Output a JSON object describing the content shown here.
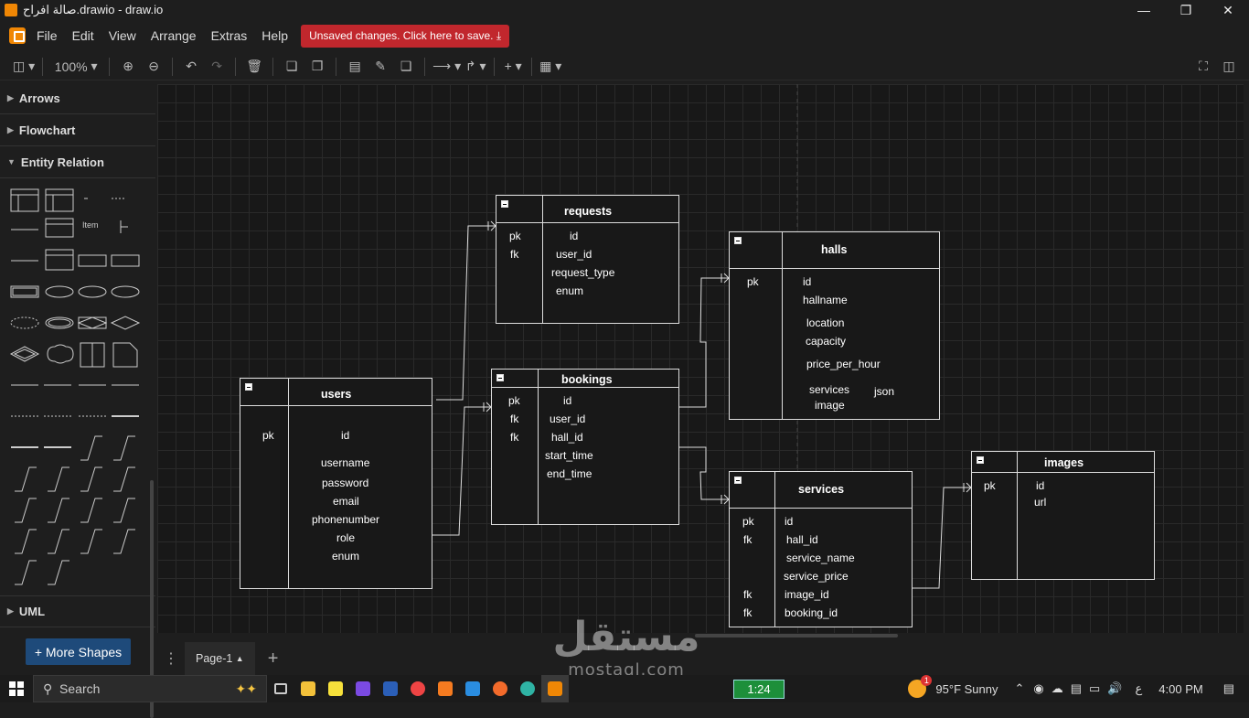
{
  "window": {
    "title": "صالة افراح.drawio - draw.io"
  },
  "menu": {
    "items": [
      "File",
      "Edit",
      "View",
      "Arrange",
      "Extras",
      "Help"
    ],
    "unsaved": "Unsaved changes. Click here to save."
  },
  "toolbar": {
    "zoom": "100%"
  },
  "sidebar": {
    "sections": [
      "Arrows",
      "Flowchart",
      "Entity Relation",
      "UML"
    ],
    "item_label": "Item",
    "more_shapes": "+ More Shapes"
  },
  "entities": {
    "requests": {
      "name": "requests",
      "rows": [
        {
          "key": "pk",
          "field": "id"
        },
        {
          "key": "fk",
          "field": "user_id"
        },
        {
          "key": "",
          "field": "request_type"
        },
        {
          "key": "",
          "field": "enum"
        }
      ]
    },
    "halls": {
      "name": "halls",
      "rows": [
        {
          "key": "pk",
          "field": "id"
        },
        {
          "key": "",
          "field": "hallname"
        },
        {
          "key": "",
          "field": "location"
        },
        {
          "key": "",
          "field": "capacity"
        },
        {
          "key": "",
          "field": "price_per_hour"
        },
        {
          "key": "",
          "field": "services"
        },
        {
          "key": "",
          "field": "image"
        }
      ],
      "extra": "json"
    },
    "users": {
      "name": "users",
      "rows": [
        {
          "key": "pk",
          "field": "id"
        },
        {
          "key": "",
          "field": "username"
        },
        {
          "key": "",
          "field": "password"
        },
        {
          "key": "",
          "field": "email"
        },
        {
          "key": "",
          "field": "phonenumber"
        },
        {
          "key": "",
          "field": "role"
        },
        {
          "key": "",
          "field": "enum"
        }
      ]
    },
    "bookings": {
      "name": "bookings",
      "rows": [
        {
          "key": "pk",
          "field": "id"
        },
        {
          "key": "fk",
          "field": "user_id"
        },
        {
          "key": "fk",
          "field": "hall_id"
        },
        {
          "key": "",
          "field": "start_time"
        },
        {
          "key": "",
          "field": "end_time"
        }
      ]
    },
    "services": {
      "name": "services",
      "rows": [
        {
          "key": "pk",
          "field": "id"
        },
        {
          "key": "fk",
          "field": "hall_id"
        },
        {
          "key": "",
          "field": "service_name"
        },
        {
          "key": "",
          "field": "service_price"
        },
        {
          "key": "fk",
          "field": "image_id"
        },
        {
          "key": "fk",
          "field": "booking_id"
        }
      ]
    },
    "images": {
      "name": "images",
      "rows": [
        {
          "key": "pk",
          "field": "id"
        },
        {
          "key": "",
          "field": "url"
        }
      ]
    }
  },
  "pagebar": {
    "page": "Page-1"
  },
  "taskbar": {
    "search": "Search",
    "timer": "1:24",
    "weather_badge": "1",
    "weather": "95°F  Sunny",
    "lang": "ع",
    "time": "4:00 PM"
  },
  "watermark": {
    "arabic": "مستقل",
    "latin": "mostaql.com"
  }
}
